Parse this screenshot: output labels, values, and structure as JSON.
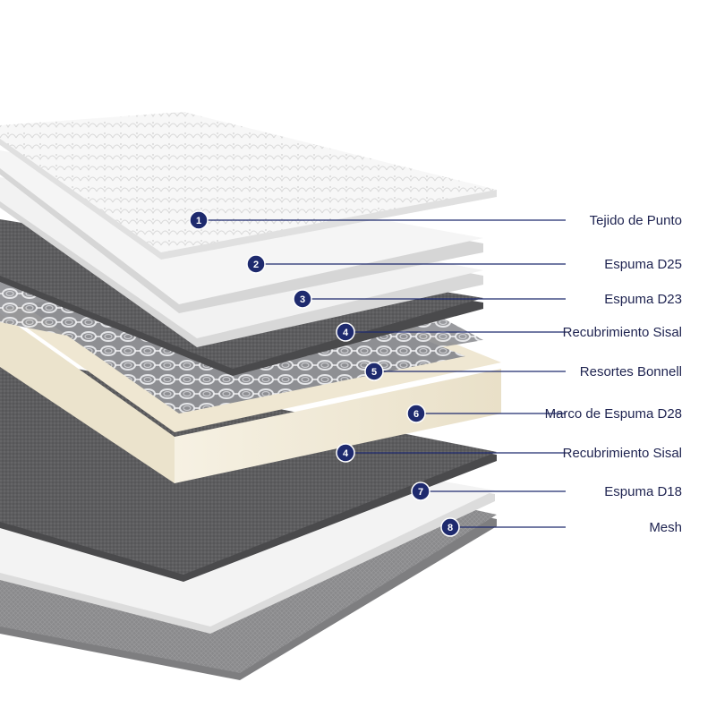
{
  "diagram": {
    "colors": {
      "accent": "#1e2a6e",
      "label_text": "#1e2350",
      "cream_foam": "#f1ead8",
      "sisal_gray": "#5f5f61",
      "mesh_gray": "#8c8c8e",
      "white_foam": "#f4f4f4"
    },
    "layers": [
      {
        "number": "1",
        "label": "Tejido de Punto",
        "material": "knit-fabric"
      },
      {
        "number": "2",
        "label": "Espuma D25",
        "material": "white-foam"
      },
      {
        "number": "3",
        "label": "Espuma D23",
        "material": "white-foam"
      },
      {
        "number": "4",
        "label": "Recubrimiento Sisal",
        "material": "sisal"
      },
      {
        "number": "5",
        "label": "Resortes Bonnell",
        "material": "bonnell-springs"
      },
      {
        "number": "6",
        "label": "Marco de Espuma D28",
        "material": "cream-foam-frame"
      },
      {
        "number": "4",
        "label": "Recubrimiento Sisal",
        "material": "sisal"
      },
      {
        "number": "7",
        "label": "Espuma D18",
        "material": "white-foam"
      },
      {
        "number": "8",
        "label": "Mesh",
        "material": "mesh"
      }
    ]
  }
}
